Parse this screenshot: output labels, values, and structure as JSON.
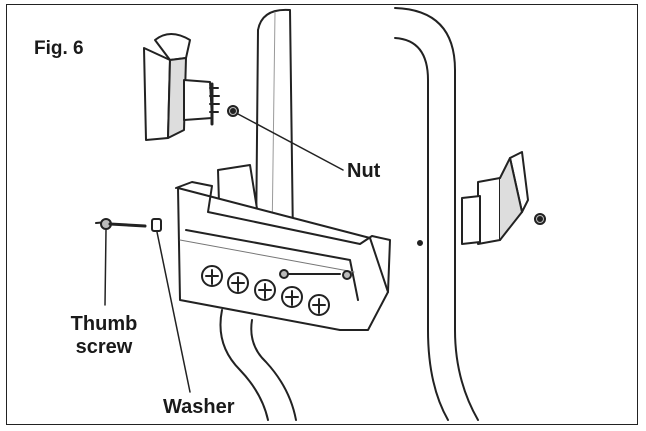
{
  "figure": {
    "title": "Fig. 6"
  },
  "labels": {
    "nut": "Nut",
    "thumb_screw_line1": "Thumb",
    "thumb_screw_line2": "screw",
    "washer": "Washer"
  },
  "colors": {
    "line": "#222222",
    "fill": "#ffffff",
    "shade": "#cfcfcf"
  }
}
